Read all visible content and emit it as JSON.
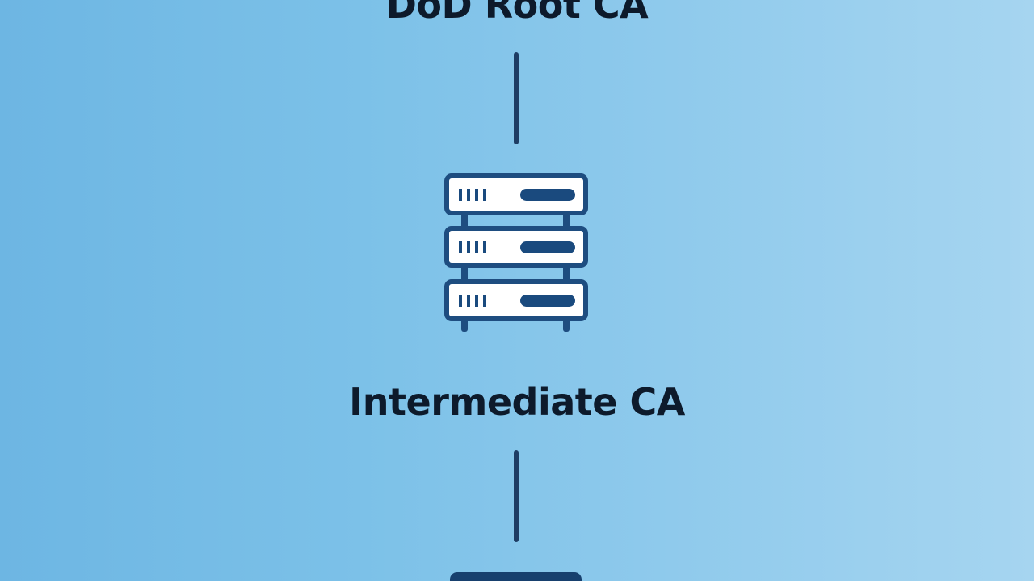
{
  "diagram": {
    "nodes": [
      {
        "id": "root",
        "label": "DoD Root CA"
      },
      {
        "id": "intermediate",
        "label": "Intermediate CA"
      }
    ],
    "edges": [
      {
        "from": "root",
        "to": "intermediate"
      },
      {
        "from": "intermediate",
        "to": "next"
      }
    ],
    "icons": {
      "intermediate": "server-rack-icon"
    },
    "colors": {
      "background_left": "#6db6e3",
      "background_right": "#a6d5f0",
      "text": "#0d1a2b",
      "line": "#1e3d64",
      "icon_stroke": "#1e4d80",
      "icon_fill": "#ffffff",
      "icon_accent": "#1a4a7e"
    }
  }
}
